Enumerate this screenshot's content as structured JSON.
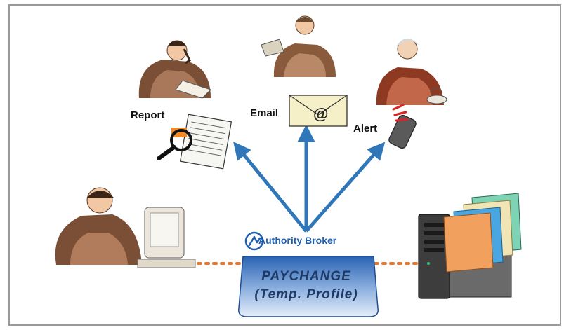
{
  "labels": {
    "report": "Report",
    "email": "Email",
    "alert": "Alert",
    "email_symbol": "@"
  },
  "broker": {
    "name": "Authority Broker",
    "system_line1": "PAYCHANGE",
    "system_line2": "(Temp. Profile)"
  },
  "icons": {
    "report_person": "person-on-phone-icon",
    "email_person": "person-reading-icon",
    "alert_person": "woman-with-coffee-icon",
    "requester": "person-at-computer-icon",
    "data_source": "server-with-files-icon",
    "broker_logo": "authority-broker-logo-icon"
  },
  "colors": {
    "arrow": "#2f77b8",
    "dotted_connector": "#e07a3a",
    "broker_text": "#1f5fae",
    "platform_top": "#2a63b3",
    "platform_bottom": "#d9e6f6"
  }
}
